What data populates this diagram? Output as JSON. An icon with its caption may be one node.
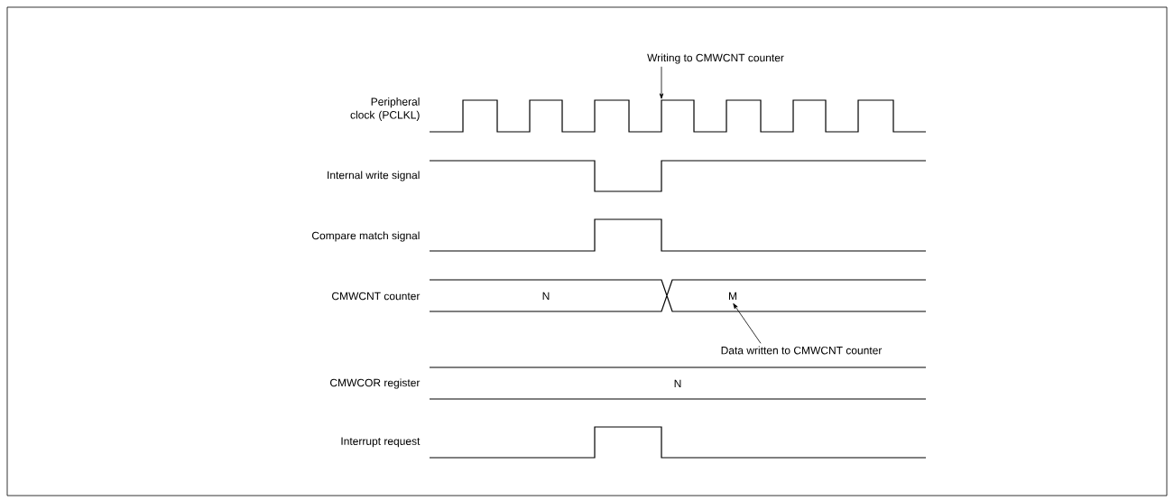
{
  "diagram": {
    "nodes": [
      {
        "text": [
          "Writing to CMWCNT counter"
        ]
      },
      {
        "text": [],
        "shape": "waveform"
      },
      {
        "text": [
          "M"
        ]
      },
      {
        "text": [
          "Data written to CMWCNT counter"
        ]
      }
    ],
    "edges": [
      {
        "from": 0,
        "to": 1,
        "arrow": "to"
      },
      {
        "from": 3,
        "to": 2,
        "arrow": "to"
      }
    ],
    "labels": [
      "Peripheral clock (PCLKL)",
      "Internal write signal",
      "Compare match signal",
      "CMWCNT counter",
      "N",
      "CMWCOR register",
      "N",
      "Interrupt request"
    ]
  }
}
